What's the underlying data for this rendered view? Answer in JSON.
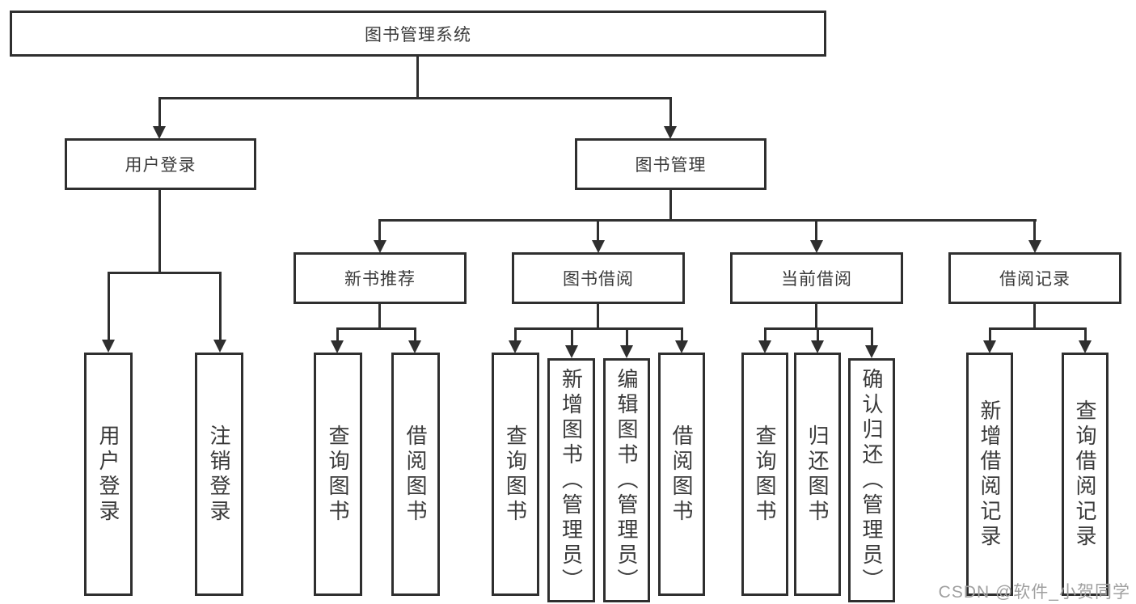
{
  "colors": {
    "line": "#2f2f2f",
    "text": "#3a3a3a",
    "watermark_color": "#a0a0a0",
    "background": "#ffffff"
  },
  "watermark": "CSDN @软件_小贺同学",
  "tree": {
    "root": "图书管理系统",
    "branches": [
      {
        "label": "用户登录",
        "leaves": [
          "用户登录",
          "注销登录"
        ]
      },
      {
        "label": "图书管理",
        "groups": [
          {
            "label": "新书推荐",
            "leaves": [
              "查询图书",
              "借阅图书"
            ]
          },
          {
            "label": "图书借阅",
            "leaves": [
              "查询图书",
              "新增图书（管理员）",
              "编辑图书（管理员）",
              "借阅图书"
            ]
          },
          {
            "label": "当前借阅",
            "leaves": [
              "查询图书",
              "归还图书",
              "确认归还（管理员）"
            ]
          },
          {
            "label": "借阅记录",
            "leaves": [
              "新增借阅记录",
              "查询借阅记录"
            ]
          }
        ]
      }
    ]
  }
}
